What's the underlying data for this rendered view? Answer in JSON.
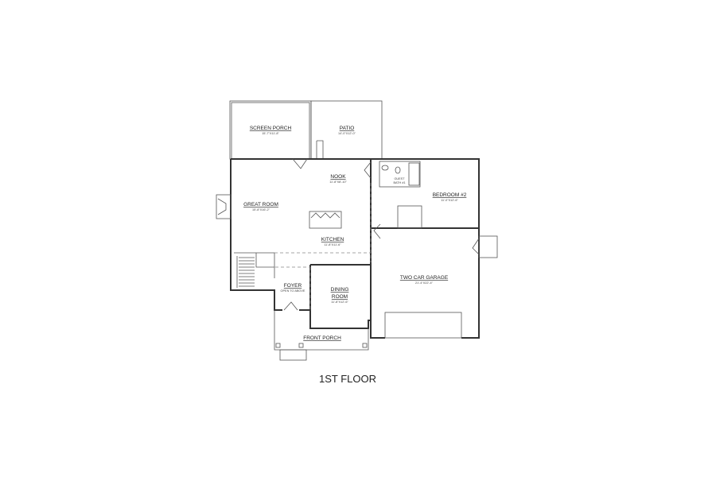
{
  "plan": {
    "title": "1ST FLOOR",
    "rooms": {
      "screen_porch": {
        "name": "SCREEN PORCH",
        "dims": "15'-7\"X11'-8\""
      },
      "patio": {
        "name": "PATIO",
        "dims": "14'-0\"X12'-0\""
      },
      "nook": {
        "name": "NOOK",
        "dims": "11'-8\"X8'-10\""
      },
      "guest_bath": {
        "name": "GUEST",
        "name2": "BATH #1"
      },
      "bedroom2": {
        "name": "BEDROOM #2",
        "dims": "11'-0\"X12'-6\""
      },
      "great_room": {
        "name": "GREAT ROOM",
        "dims": "15'-8\"X16'-2\""
      },
      "kitchen": {
        "name": "KITCHEN",
        "dims": "11'-8\"X11'-6\""
      },
      "garage": {
        "name": "TWO CAR GARAGE",
        "dims": "21'-4\"X22'-4\""
      },
      "foyer": {
        "name": "FOYER",
        "note": "OPEN TO ABOVE"
      },
      "dining": {
        "name": "DINING",
        "name2": "ROOM",
        "dims": "11'-8\"X12'-6\""
      },
      "front_porch": {
        "name": "FRONT PORCH"
      }
    }
  }
}
